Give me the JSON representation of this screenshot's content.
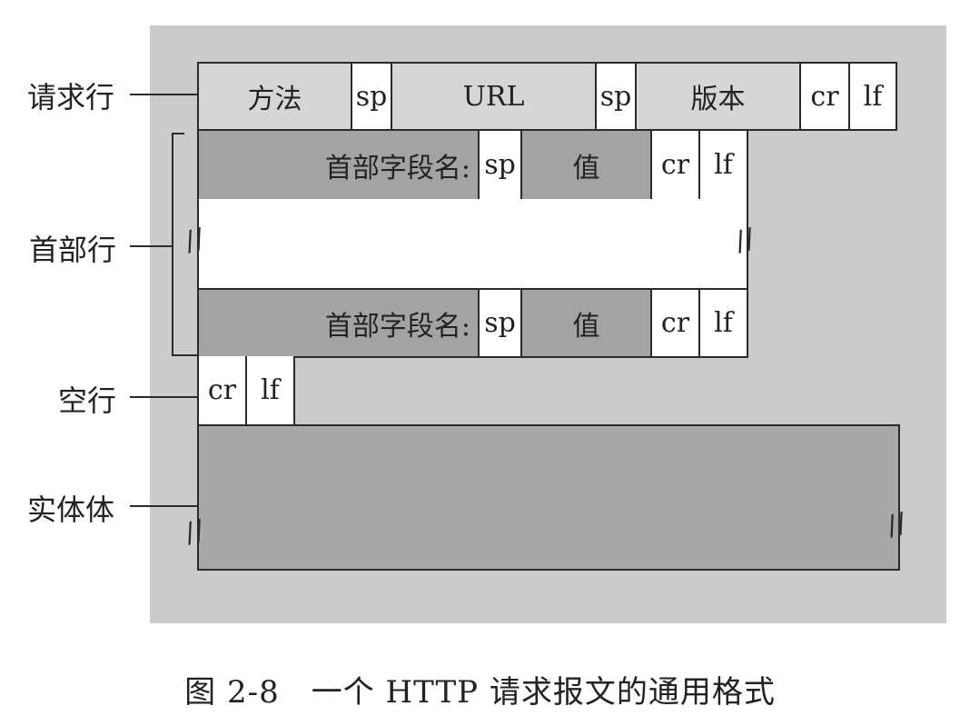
{
  "labels": {
    "request_line": "请求行",
    "header_lines": "首部行",
    "blank_line": "空行",
    "entity_body": "实体体"
  },
  "request_line": {
    "method": "方法",
    "sp1": "sp",
    "url": "URL",
    "sp2": "sp",
    "version": "版本",
    "cr": "cr",
    "lf": "lf"
  },
  "header_line_1": {
    "field_name": "首部字段名:",
    "sp": "sp",
    "value": "值",
    "cr": "cr",
    "lf": "lf"
  },
  "header_line_2": {
    "field_name": "首部字段名:",
    "sp": "sp",
    "value": "值",
    "cr": "cr",
    "lf": "lf"
  },
  "blank_line": {
    "cr": "cr",
    "lf": "lf"
  },
  "caption": "图 2-8　一个 HTTP 请求报文的通用格式",
  "colors": {
    "panel": "#cbcbcb",
    "light": "#d6d6d6",
    "dark": "#a3a3a3",
    "border": "#2a2a2a"
  }
}
